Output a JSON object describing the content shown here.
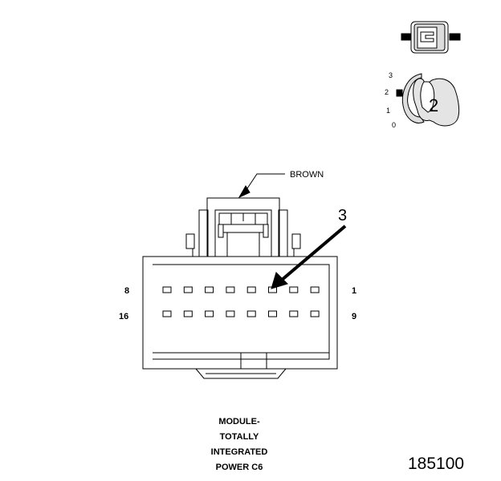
{
  "connector": {
    "color_label": "BROWN",
    "callout_number": "3",
    "row_top": {
      "left_pin": "8",
      "right_pin": "1"
    },
    "row_bottom": {
      "left_pin": "16",
      "right_pin": "9"
    },
    "pins_per_row": 8
  },
  "key_view": {
    "position_labels": [
      "3",
      "2",
      "1",
      "0"
    ],
    "key_number": "2"
  },
  "caption_lines": [
    "MODULE-",
    "TOTALLY",
    "INTEGRATED",
    "POWER C6"
  ],
  "figure_number": "185100"
}
